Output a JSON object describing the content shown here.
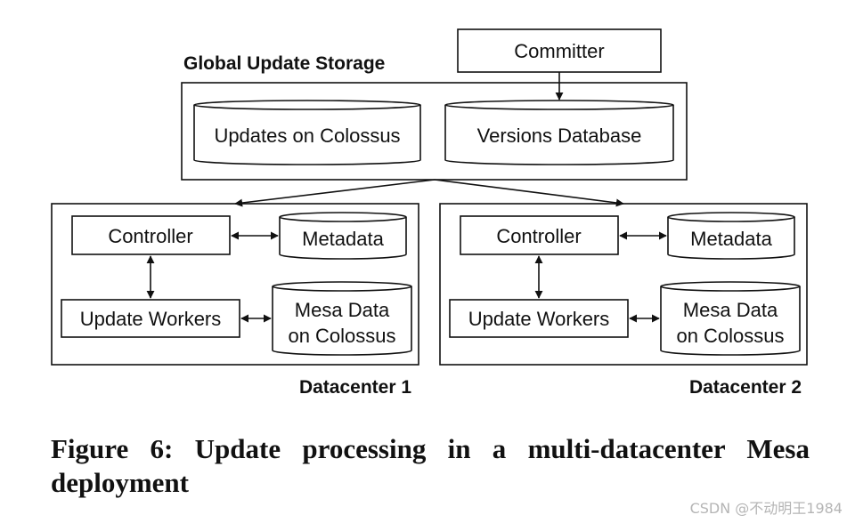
{
  "diagram": {
    "committer": "Committer",
    "global_storage_title": "Global Update Storage",
    "updates_on_colossus": "Updates on Colossus",
    "versions_database": "Versions Database",
    "datacenters": [
      {
        "title": "Datacenter 1",
        "controller": "Controller",
        "metadata": "Metadata",
        "update_workers": "Update Workers",
        "mesa_data_line1": "Mesa Data",
        "mesa_data_line2": "on Colossus"
      },
      {
        "title": "Datacenter 2",
        "controller": "Controller",
        "metadata": "Metadata",
        "update_workers": "Update Workers",
        "mesa_data_line1": "Mesa Data",
        "mesa_data_line2": "on Colossus"
      }
    ]
  },
  "caption": "Figure 6: Update processing in a multi-datacenter Mesa deployment",
  "watermark": "CSDN @不动明王1984"
}
